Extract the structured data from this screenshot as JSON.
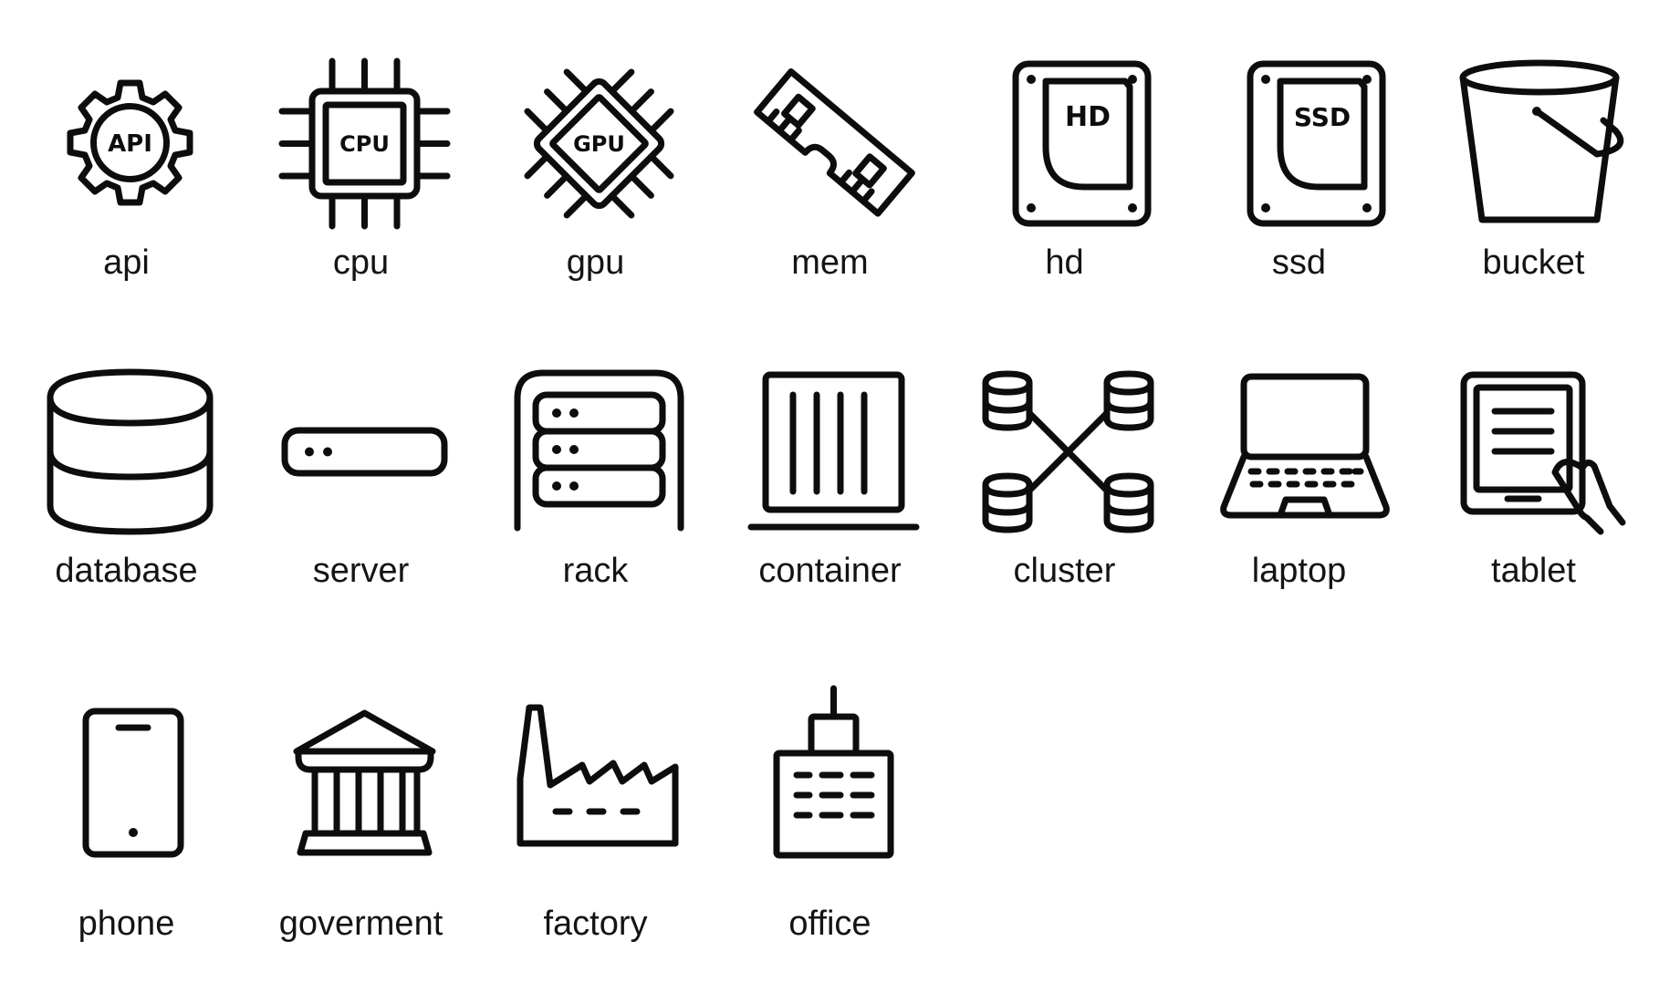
{
  "stroke_color": "#0d0d0d",
  "background_color": "#ffffff",
  "icons": [
    {
      "label": "api",
      "icon": "api-icon",
      "glyph_text": "API"
    },
    {
      "label": "cpu",
      "icon": "cpu-icon",
      "glyph_text": "CPU"
    },
    {
      "label": "gpu",
      "icon": "gpu-icon",
      "glyph_text": "GPU"
    },
    {
      "label": "mem",
      "icon": "memory-icon"
    },
    {
      "label": "hd",
      "icon": "hard-drive-icon",
      "glyph_text": "HD"
    },
    {
      "label": "ssd",
      "icon": "ssd-icon",
      "glyph_text": "SSD"
    },
    {
      "label": "bucket",
      "icon": "bucket-icon"
    },
    {
      "label": "database",
      "icon": "database-icon"
    },
    {
      "label": "server",
      "icon": "server-icon"
    },
    {
      "label": "rack",
      "icon": "rack-icon"
    },
    {
      "label": "container",
      "icon": "container-icon"
    },
    {
      "label": "cluster",
      "icon": "cluster-icon"
    },
    {
      "label": "laptop",
      "icon": "laptop-icon"
    },
    {
      "label": "tablet",
      "icon": "tablet-icon"
    },
    {
      "label": "phone",
      "icon": "phone-icon"
    },
    {
      "label": "goverment",
      "icon": "government-icon"
    },
    {
      "label": "factory",
      "icon": "factory-icon"
    },
    {
      "label": "office",
      "icon": "office-icon"
    }
  ]
}
